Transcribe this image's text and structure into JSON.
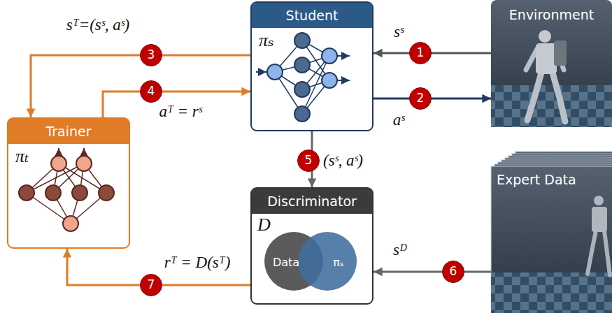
{
  "diagram": {
    "nodes": [
      {
        "text": [
          "Student",
          "πₛ"
        ]
      },
      {
        "text": [
          "Environment"
        ]
      },
      {
        "text": [
          "Trainer",
          "πₜ"
        ]
      },
      {
        "text": [
          "Discriminator",
          "D",
          "Data",
          "πₛ"
        ]
      },
      {
        "text": [
          "Expert Data"
        ]
      }
    ],
    "edges": [
      {
        "from": 1,
        "to": 0,
        "label": "sˢ",
        "arrow": "to"
      },
      {
        "from": 0,
        "to": 1,
        "label": "aˢ",
        "arrow": "to"
      },
      {
        "from": 0,
        "to": 2,
        "label": "sᵀ=(sˢ, aˢ)",
        "arrow": "to"
      },
      {
        "from": 2,
        "to": 0,
        "label": "aᵀ = rˢ",
        "arrow": "to"
      },
      {
        "from": 0,
        "to": 3,
        "label": "(sˢ, aˢ)",
        "arrow": "to"
      },
      {
        "from": 4,
        "to": 3,
        "label": "sᴰ",
        "arrow": "to"
      },
      {
        "from": 3,
        "to": 2,
        "label": "rᵀ = D(sᵀ)",
        "arrow": "to"
      }
    ],
    "labels": [
      "1",
      "2",
      "3",
      "4",
      "5",
      "6",
      "7"
    ]
  }
}
